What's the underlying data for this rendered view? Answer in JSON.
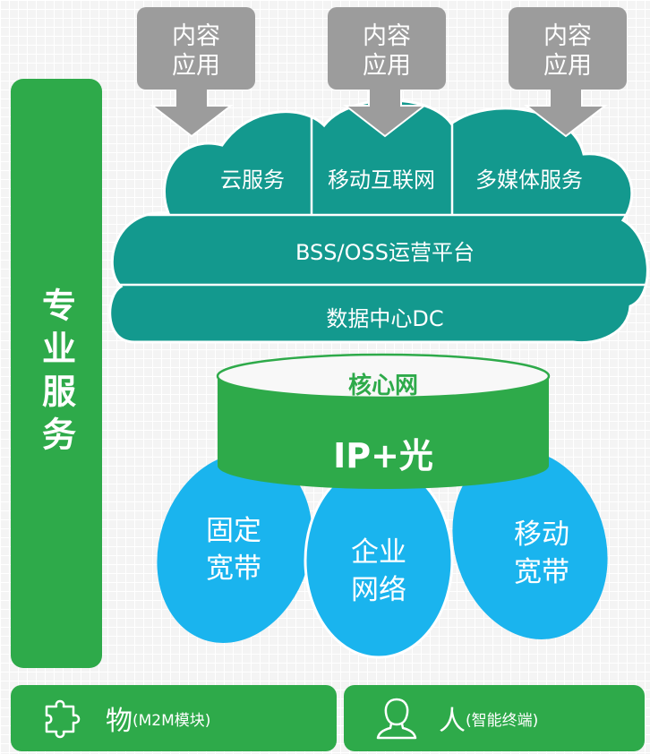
{
  "side_label": "专业服务",
  "content_apps": [
    {
      "label": "内容\n应用"
    },
    {
      "label": "内容\n应用"
    },
    {
      "label": "内容\n应用"
    }
  ],
  "cloud": {
    "services": [
      "云服务",
      "移动互联网",
      "多媒体服务"
    ],
    "ops_platform": "BSS/OSS运营平台",
    "data_center": "数据中心DC"
  },
  "core": {
    "top_label": "核心网",
    "main_label": "IP+光"
  },
  "access": [
    {
      "label": "固定\n宽带"
    },
    {
      "label": "企业\n网络"
    },
    {
      "label": "移动\n宽带"
    }
  ],
  "bottom": {
    "things": {
      "main": "物",
      "sub": "(M2M模块)",
      "icon": "puzzle-icon"
    },
    "people": {
      "main": "人",
      "sub": "(智能终端)",
      "icon": "person-icon"
    }
  },
  "colors": {
    "green": "#2eaa4a",
    "teal": "#13998e",
    "gray": "#9c9c9c",
    "blue": "#1ab4ee"
  }
}
